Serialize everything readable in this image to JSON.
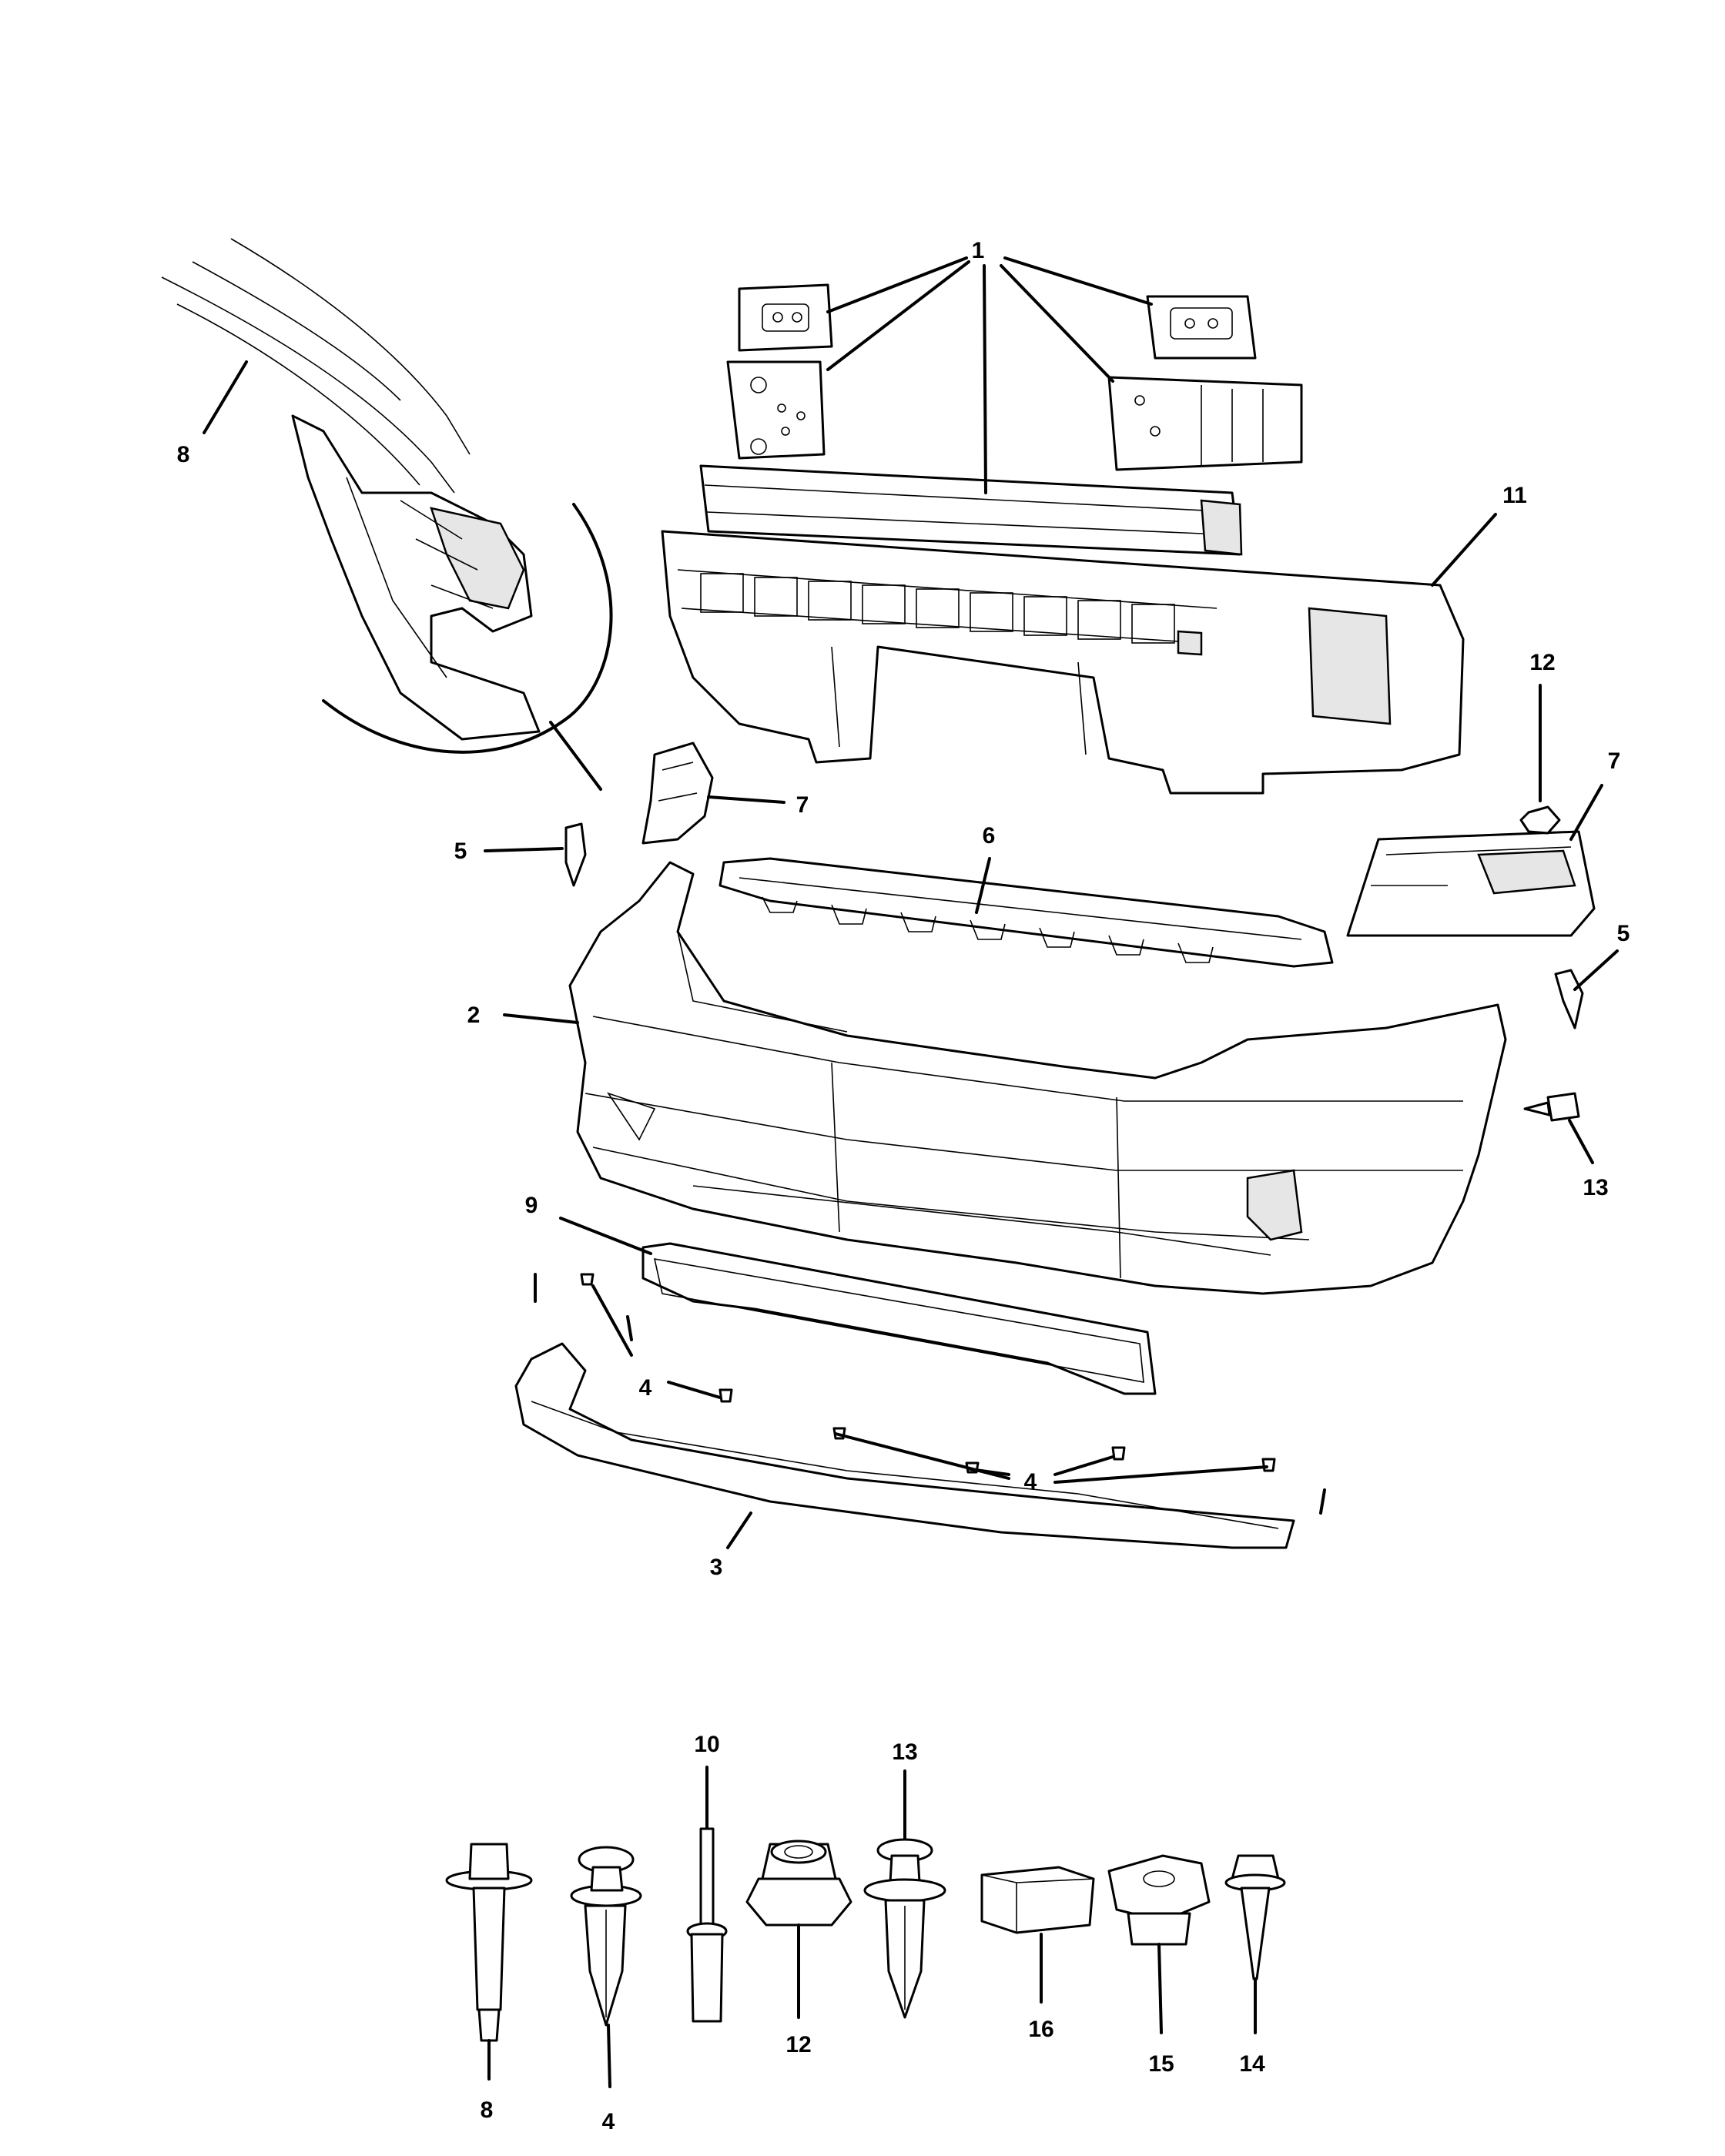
{
  "callouts": {
    "c1": "1",
    "c2": "2",
    "c3": "3",
    "c4a": "4",
    "c4b": "4",
    "c5a": "5",
    "c5b": "5",
    "c6": "6",
    "c7a": "7",
    "c7b": "7",
    "c8": "8",
    "c9": "9",
    "c11": "11",
    "c12": "12",
    "c13": "13"
  },
  "hardware_labels": {
    "h8": "8",
    "h4": "4",
    "h10": "10",
    "h12": "12",
    "h13": "13",
    "h16": "16",
    "h15": "15",
    "h14": "14"
  }
}
